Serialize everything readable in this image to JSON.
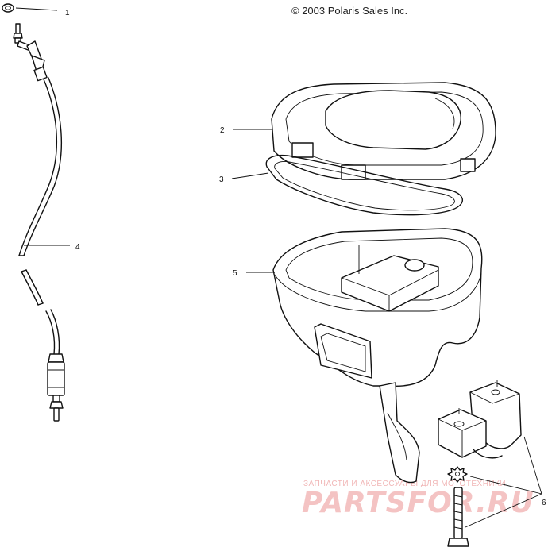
{
  "copyright": "© 2003 Polaris Sales Inc.",
  "callouts": [
    {
      "id": "1",
      "label": "1"
    },
    {
      "id": "2",
      "label": "2"
    },
    {
      "id": "3",
      "label": "3"
    },
    {
      "id": "4",
      "label": "4"
    },
    {
      "id": "5",
      "label": "5"
    },
    {
      "id": "6",
      "label": "6"
    }
  ],
  "watermark": {
    "tagline": "ЗАПЧАСТИ И АКСЕССУАРЫ ДЛЯ МОТОТЕХНИКИ",
    "brand": "PARTSFOR.RU",
    "color": "#f4c3c3"
  }
}
